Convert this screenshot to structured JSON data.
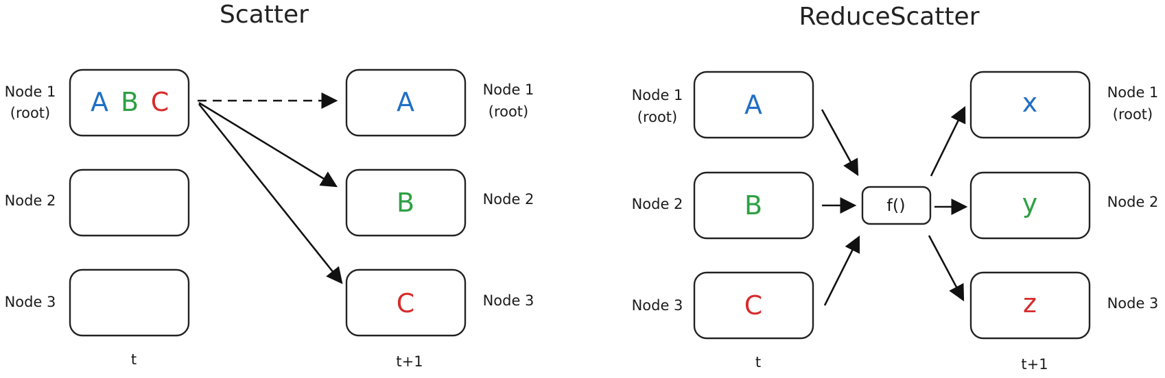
{
  "colors": {
    "blue": "#1f6fc5",
    "green": "#2ea043",
    "red": "#d62c2c"
  },
  "scatter": {
    "title": "Scatter",
    "source_node": {
      "label_line1": "Node 1",
      "label_line2": "(root)",
      "a": "A",
      "b": "B",
      "c": "C"
    },
    "left_nodes": [
      {
        "line1": "Node 1",
        "line2": "(root)"
      },
      {
        "line1": "Node 2",
        "line2": ""
      },
      {
        "line1": "Node 3",
        "line2": ""
      }
    ],
    "right_nodes": [
      {
        "value": "A",
        "line1": "Node 1",
        "line2": "(root)"
      },
      {
        "value": "B",
        "line1": "Node 2",
        "line2": ""
      },
      {
        "value": "C",
        "line1": "Node 3",
        "line2": ""
      }
    ],
    "time_left": "t",
    "time_right": "t+1"
  },
  "reduce_scatter": {
    "title": "ReduceScatter",
    "function_label": "f()",
    "left_nodes": [
      {
        "value": "A",
        "line1": "Node 1",
        "line2": "(root)"
      },
      {
        "value": "B",
        "line1": "Node 2",
        "line2": ""
      },
      {
        "value": "C",
        "line1": "Node 3",
        "line2": ""
      }
    ],
    "right_nodes": [
      {
        "value": "x",
        "line1": "Node 1",
        "line2": "(root)"
      },
      {
        "value": "y",
        "line1": "Node 2",
        "line2": ""
      },
      {
        "value": "z",
        "line1": "Node 3",
        "line2": ""
      }
    ],
    "time_left": "t",
    "time_right": "t+1"
  }
}
